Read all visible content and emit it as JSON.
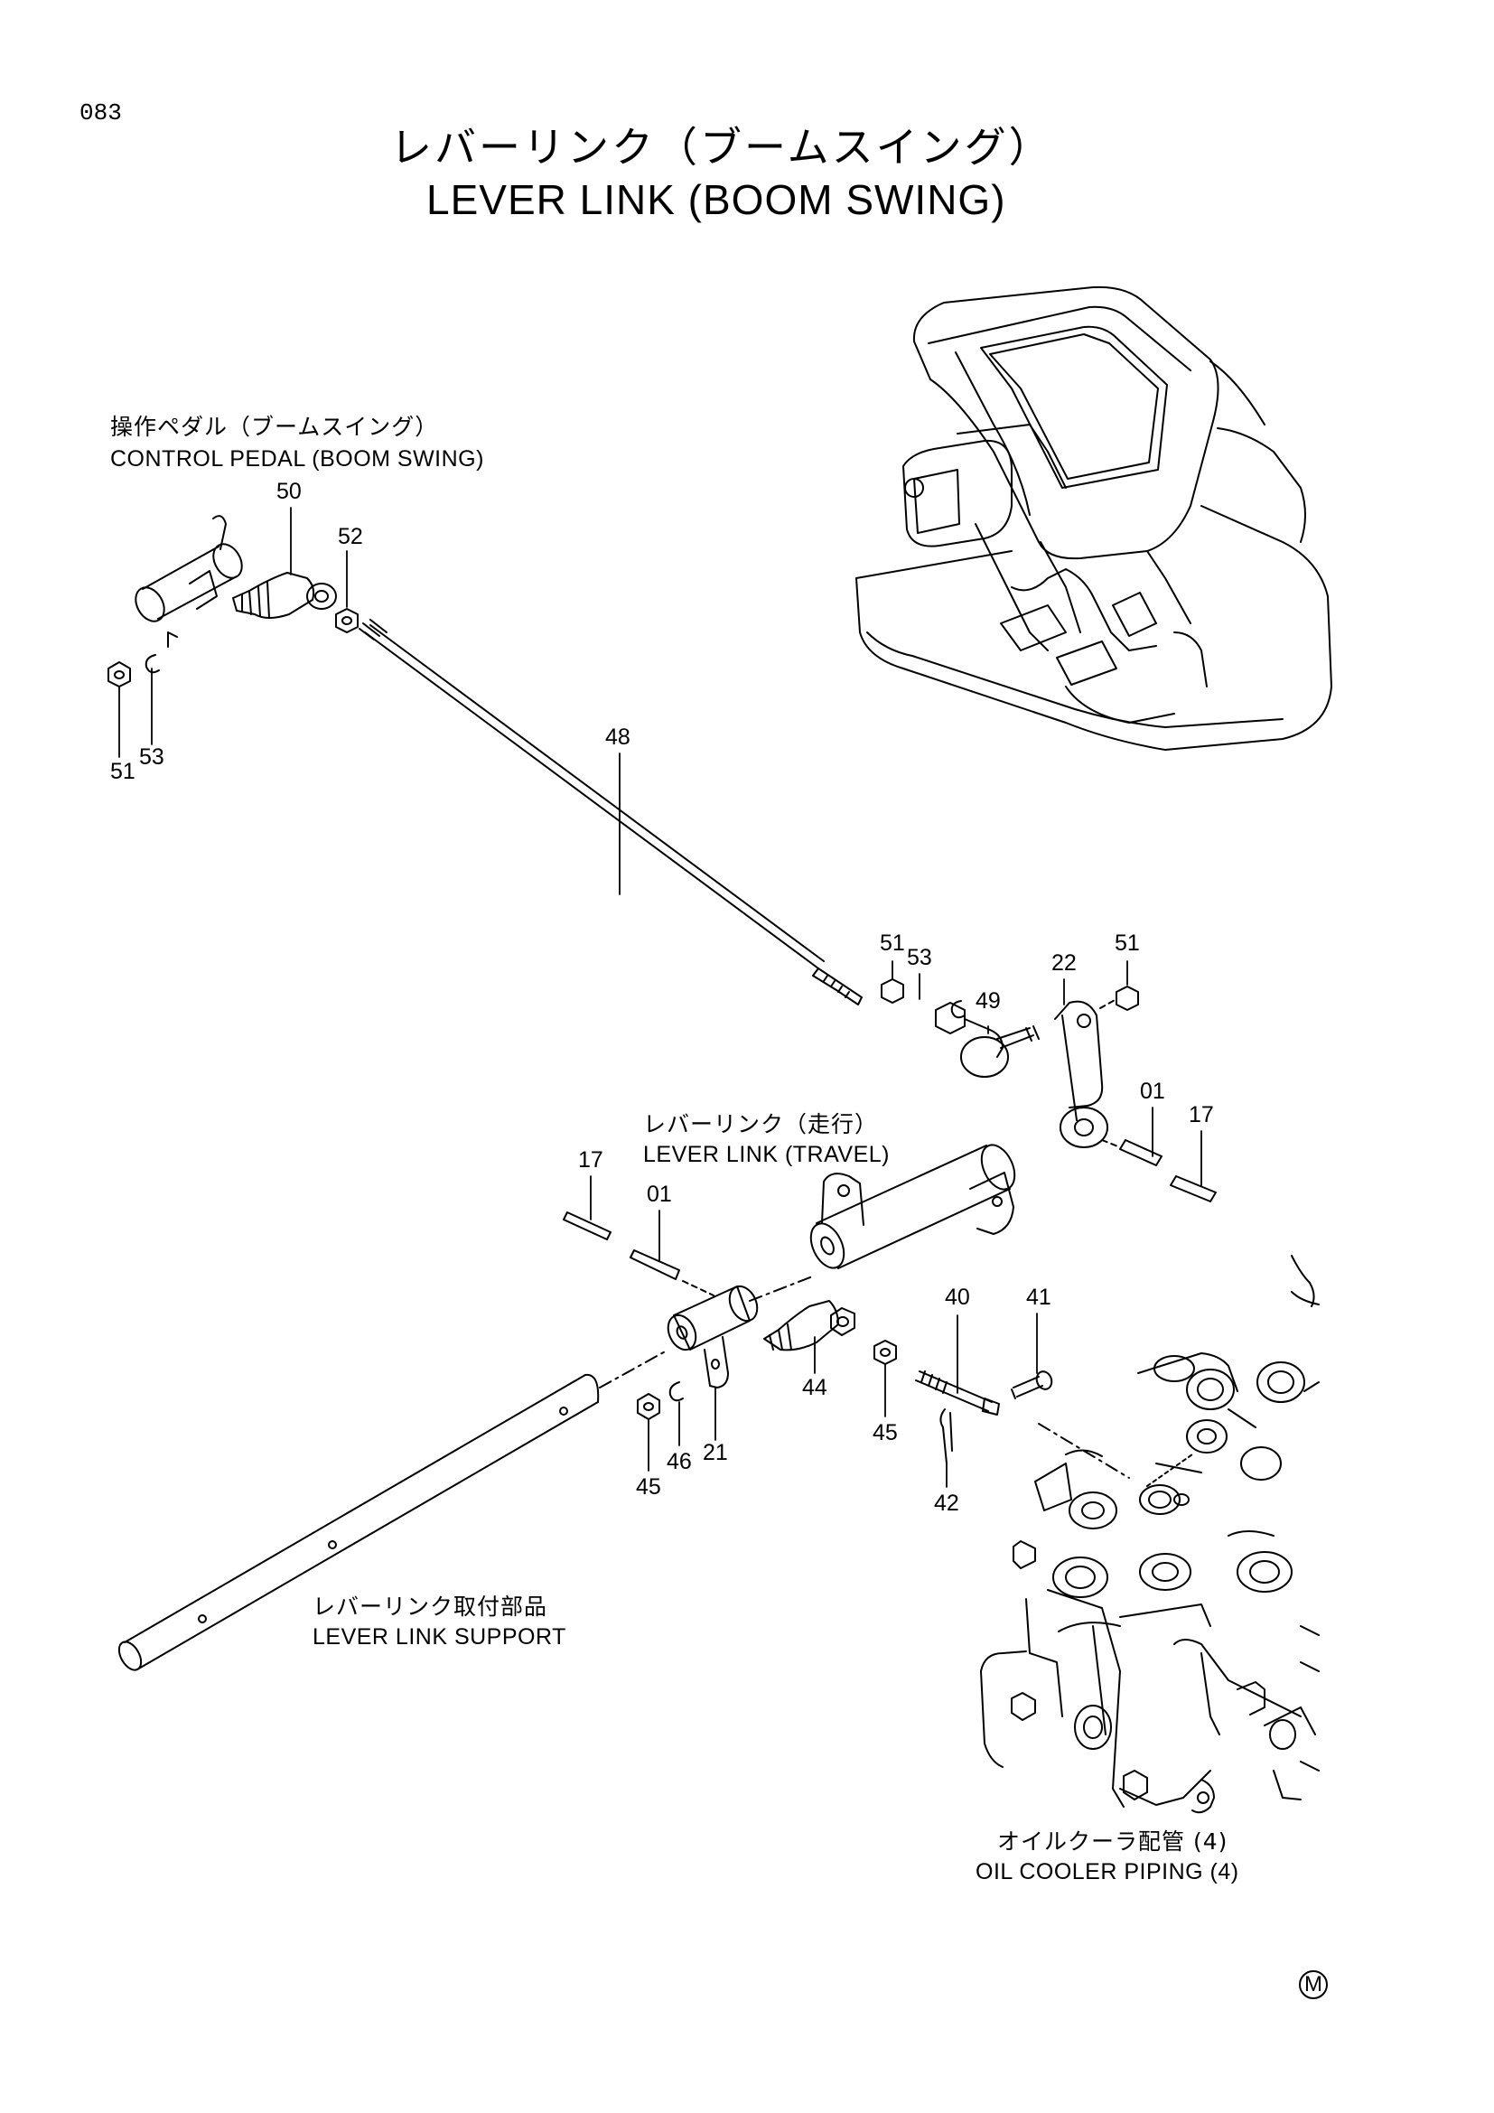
{
  "page": {
    "number": "083",
    "title_jp": "レバーリンク（ブームスイング）",
    "title_en": "LEVER LINK (BOOM SWING)",
    "footer_mark": "M"
  },
  "callouts": {
    "control_pedal": {
      "jp": "操作ペダル（ブームスイング）",
      "en": "CONTROL PEDAL (BOOM SWING)"
    },
    "lever_link_travel": {
      "jp": "レバーリンク（走行）",
      "en": "LEVER LINK (TRAVEL)"
    },
    "lever_link_support": {
      "jp": "レバーリンク取付部品",
      "en": "LEVER LINK SUPPORT"
    },
    "oil_cooler_piping": {
      "jp": "オイルクーラ配管 (4)",
      "en": "OIL COOLER PIPING (4)"
    }
  },
  "part_numbers": {
    "p50": "50",
    "p52": "52",
    "p51a": "51",
    "p53a": "53",
    "p48": "48",
    "p51b": "51",
    "p53b": "53",
    "p49": "49",
    "p22": "22",
    "p51c": "51",
    "p01a": "01",
    "p17a": "17",
    "p17b": "17",
    "p01b": "01",
    "p40": "40",
    "p41": "41",
    "p44": "44",
    "p45a": "45",
    "p42": "42",
    "p45b": "45",
    "p46": "46",
    "p21": "21"
  }
}
